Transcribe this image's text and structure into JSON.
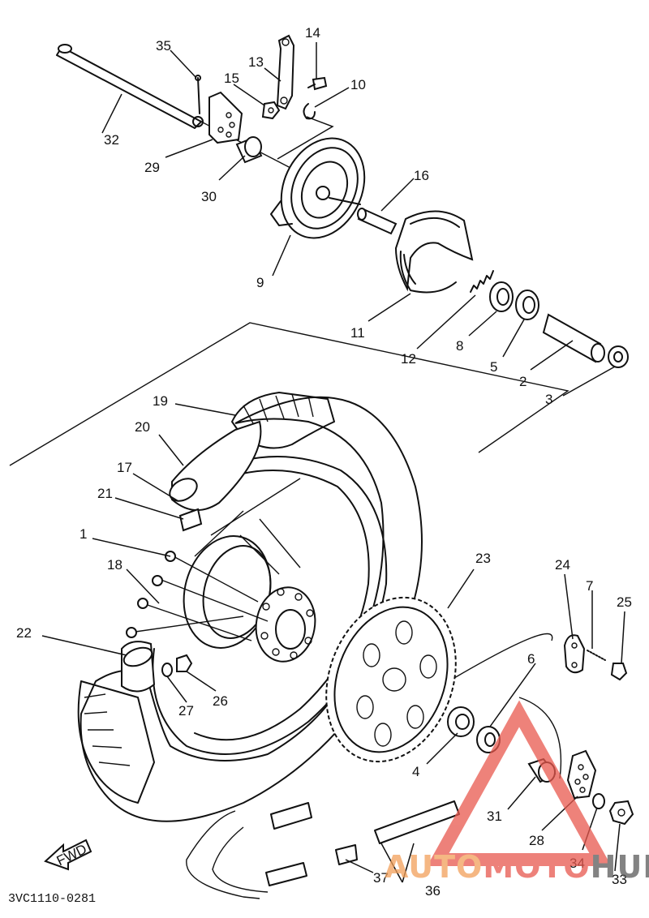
{
  "diagram_code": "3VC1110-0281",
  "direction_label": "FWD",
  "watermark": {
    "text_a": "AUTO",
    "text_b": "MOTO",
    "text_c": "HUB",
    "color_a": "#f2a05a",
    "color_b": "#e8584e",
    "color_c": "#5a5a5a",
    "triangle_color": "#e8584e"
  },
  "callouts": [
    {
      "id": "c1",
      "label": "1"
    },
    {
      "id": "c2",
      "label": "2"
    },
    {
      "id": "c3",
      "label": "3"
    },
    {
      "id": "c4",
      "label": "4"
    },
    {
      "id": "c5",
      "label": "5"
    },
    {
      "id": "c6",
      "label": "6"
    },
    {
      "id": "c7",
      "label": "7"
    },
    {
      "id": "c8",
      "label": "8"
    },
    {
      "id": "c9",
      "label": "9"
    },
    {
      "id": "c10",
      "label": "10"
    },
    {
      "id": "c11",
      "label": "11"
    },
    {
      "id": "c12",
      "label": "12"
    },
    {
      "id": "c13",
      "label": "13"
    },
    {
      "id": "c14",
      "label": "14"
    },
    {
      "id": "c15",
      "label": "15"
    },
    {
      "id": "c16",
      "label": "16"
    },
    {
      "id": "c17",
      "label": "17"
    },
    {
      "id": "c18",
      "label": "18"
    },
    {
      "id": "c19",
      "label": "19"
    },
    {
      "id": "c20",
      "label": "20"
    },
    {
      "id": "c21",
      "label": "21"
    },
    {
      "id": "c22",
      "label": "22"
    },
    {
      "id": "c23",
      "label": "23"
    },
    {
      "id": "c24",
      "label": "24"
    },
    {
      "id": "c25",
      "label": "25"
    },
    {
      "id": "c26",
      "label": "26"
    },
    {
      "id": "c27",
      "label": "27"
    },
    {
      "id": "c28",
      "label": "28"
    },
    {
      "id": "c29",
      "label": "29"
    },
    {
      "id": "c30",
      "label": "30"
    },
    {
      "id": "c31",
      "label": "31"
    },
    {
      "id": "c32",
      "label": "32"
    },
    {
      "id": "c33",
      "label": "33"
    },
    {
      "id": "c34",
      "label": "34"
    },
    {
      "id": "c35",
      "label": "35"
    },
    {
      "id": "c36",
      "label": "36"
    },
    {
      "id": "c37",
      "label": "37"
    }
  ]
}
